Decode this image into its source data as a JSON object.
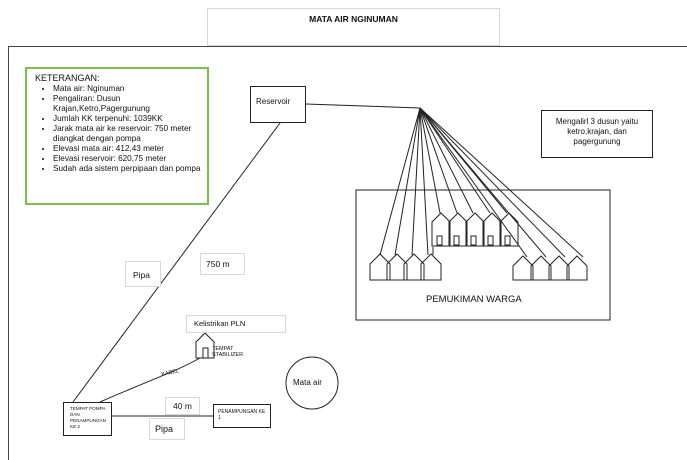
{
  "title": "MATA AIR NGINUMAN",
  "keterangan": {
    "heading": "KETERANGAN:",
    "items": [
      "Mata air: Nginuman",
      "Pengaliran: Dusun Krajan,Ketro,Pagergunung",
      "Jumlah KK terpenuhi: 1039KK",
      "Jarak mata air ke reservoir: 750 meter diangkat dengan pompa",
      "Elevasi mata air: 412,43 meter",
      "Elevasi reservoir: 620,75 meter",
      "Sudah ada sistem perpipaan dan pompa"
    ]
  },
  "labels": {
    "reservoir": "Reservoir",
    "note": "Mengalirl 3 dusun yaitu ketro,krajan, dan pagergunung",
    "settlement": "PEMUKIMAN WARGA",
    "pipa_upper": "Pipa",
    "dist_750": "750 m",
    "pln": "Kelistrikan PLN",
    "stabilizer": "TEMPAT STABILIZER",
    "kabel": "KABEL",
    "mata_air": "Mata air",
    "dist_40": "40 m",
    "pump_house": "TEMPAT POMPA DAN PENAMPUNGAN KE 2",
    "penampungan": "PENAMPUNGAN KE 1",
    "pipa_lower": "Pipa"
  },
  "colors": {
    "legend_border": "#7dc14b",
    "line": "#222222"
  }
}
